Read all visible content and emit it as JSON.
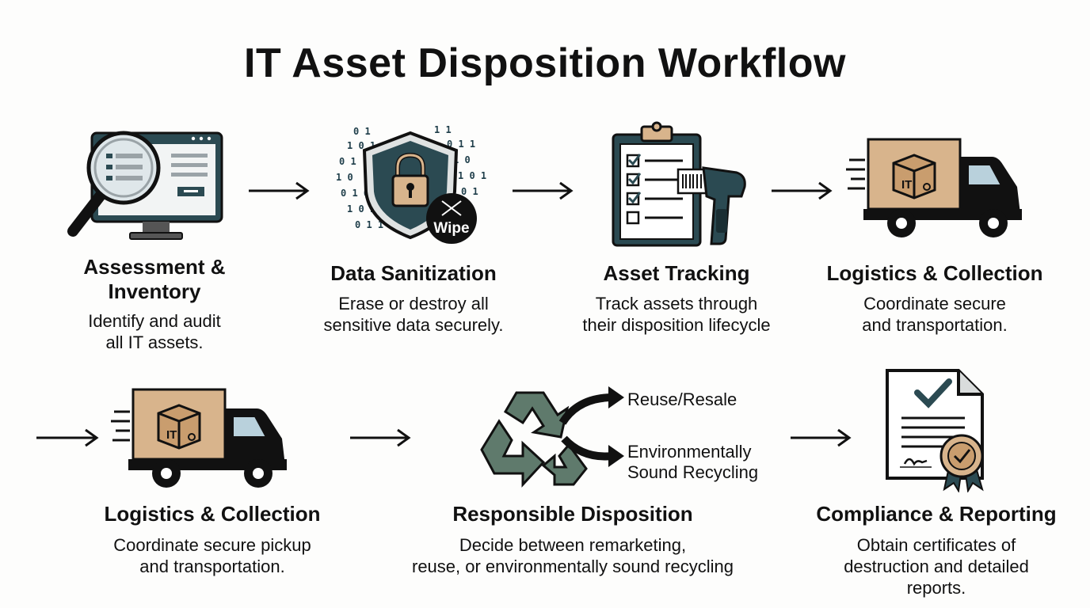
{
  "title": "IT Asset Disposition Workflow",
  "steps": [
    {
      "title_line1": "Assessment &",
      "title_line2": "Inventory",
      "desc_line1": "Identify and audit",
      "desc_line2": "all IT assets."
    },
    {
      "title": "Data Sanitization",
      "desc_line1": "Erase or destroy all",
      "desc_line2": "sensitive data securely.",
      "badge": "Wipe"
    },
    {
      "title": "Asset Tracking",
      "desc_line1": "Track assets through",
      "desc_line2": "their disposition lifecycle"
    },
    {
      "title": "Logistics & Collection",
      "desc_line1": "Coordinate secure",
      "desc_line2": "and transportation.",
      "box_label": "IT"
    },
    {
      "title": "Logistics & Collection",
      "desc_line1": "Coordinate secure pickup",
      "desc_line2": "and transportation.",
      "box_label": "IT"
    },
    {
      "title": "Responsible Disposition",
      "desc_line1": "Decide between remarketing,",
      "desc_line2": "reuse, or environmentally sound recycling",
      "branches": [
        "Reuse/Resale",
        "Environmentally",
        "Sound Recycling"
      ]
    },
    {
      "title": "Compliance & Reporting",
      "desc_line1": "Obtain certificates of",
      "desc_line2": "destruction and detailed",
      "desc_line3": "reports."
    }
  ],
  "colors": {
    "teal": "#2b4a52",
    "tan": "#d8b48c",
    "green": "#5f7a6c",
    "gray": "#8a9499"
  },
  "icons": [
    "magnifier-computer-icon",
    "shield-lock-icon",
    "clipboard-scanner-icon",
    "delivery-truck-icon",
    "recycle-icon",
    "certificate-icon"
  ]
}
